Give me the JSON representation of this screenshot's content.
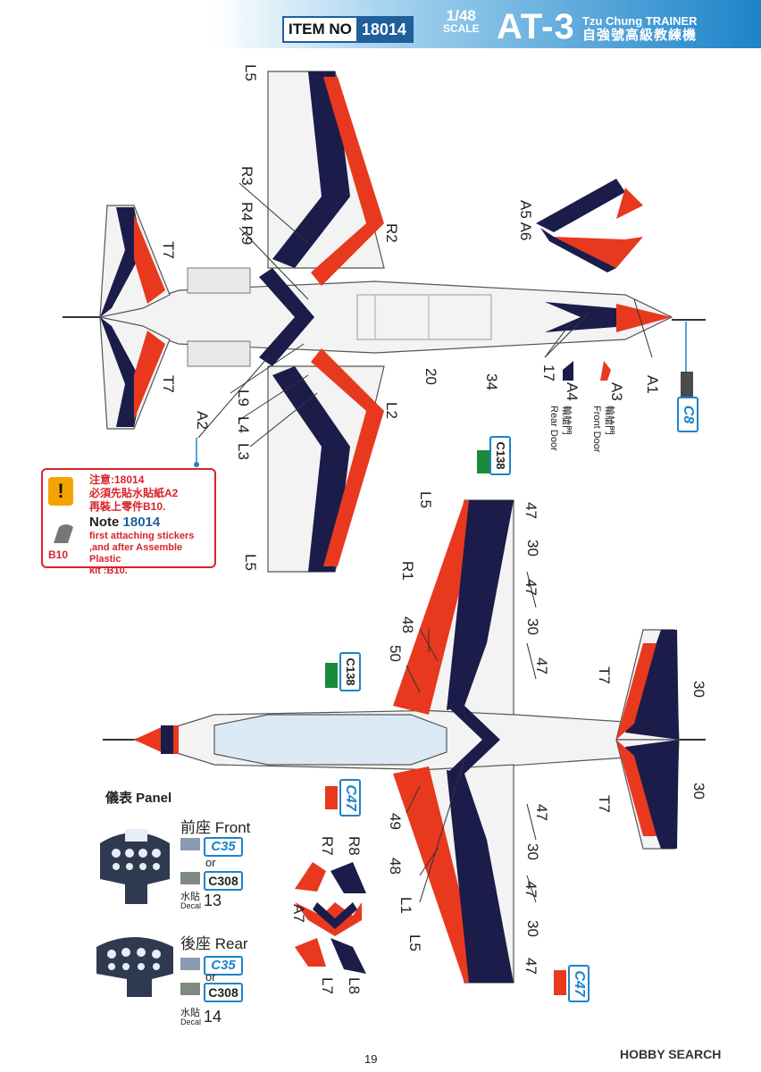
{
  "header": {
    "item_label": "ITEM NO",
    "item_number": "18014",
    "scale_top": "1/48",
    "scale_bottom": "SCALE",
    "model": "AT-3",
    "name_en": "Tzu Chung TRAINER",
    "name_zh": "自強號高級教練機"
  },
  "top_labels": {
    "l5_a": "L5",
    "r3": "R3",
    "r4_r9": "R4 R9",
    "r2": "R2",
    "t7_a": "T7",
    "t7_b": "T7",
    "l9": "L9",
    "l4": "L4",
    "l3": "L3",
    "l2": "L2",
    "a2": "A2",
    "l5_b": "L5",
    "n20": "20",
    "n34": "34",
    "n17": "17",
    "a1": "A1",
    "a4": "A4",
    "a3": "A3",
    "a5_a6": "A5 A6",
    "rear_door_zh": "輪艙門",
    "rear_door_en": "Rear Door",
    "front_door_zh": "輪艙門",
    "front_door_en": "Front Door",
    "c8": "C8"
  },
  "note": {
    "title_zh": "注意:18014",
    "line1_zh": "必須先貼水貼紙A2",
    "line2_zh": "再裝上零件B10.",
    "title_en": "Note",
    "number": "18014",
    "line1_en": "first attaching stickers",
    "line2_en": ",and after Assemble Plastic",
    "line3_en": "kit :B10.",
    "part": "B10"
  },
  "bottom_labels": {
    "c138_a": "C138",
    "c138_b": "C138",
    "c47_a": "C47",
    "c47_b": "C47",
    "l5_c": "L5",
    "l5_d": "L5",
    "r1": "R1",
    "n48_a": "48",
    "n48_b": "48",
    "n50": "50",
    "n49": "49",
    "l1": "L1",
    "t7_c": "T7",
    "t7_d": "T7",
    "n47_a": "47",
    "n47_b": "47",
    "n47_c": "47",
    "n47_d": "47",
    "n47_e": "47",
    "n47_f": "47",
    "n30_a": "30",
    "n30_b": "30",
    "n30_c": "30",
    "n30_d": "30",
    "n30_e": "30",
    "n30_f": "30",
    "r7": "R7",
    "r8": "R8",
    "a7": "A7",
    "l7": "L7",
    "l8": "L8"
  },
  "panel": {
    "title": "儀表 Panel",
    "front": "前座 Front",
    "rear": "後座 Rear",
    "c35": "C35",
    "or": "or",
    "c308": "C308",
    "decal_zh": "水貼",
    "decal_en": "Decal",
    "front_decal": "13",
    "rear_decal": "14"
  },
  "footer": {
    "page": "19",
    "watermark": "HOBBY SEARCH"
  },
  "colors": {
    "navy": "#1b1c4a",
    "red": "#e8391f",
    "blue": "#1c83c9",
    "green": "#1a8a3a"
  }
}
